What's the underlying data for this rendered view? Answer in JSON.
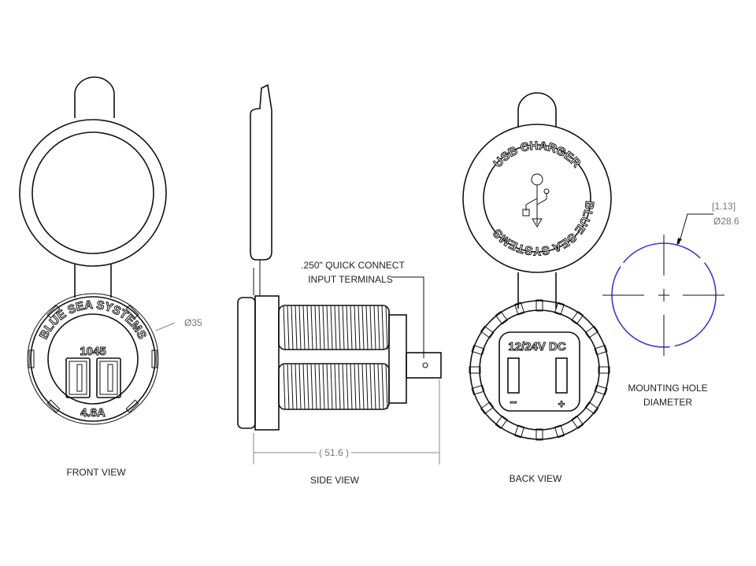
{
  "front_view": {
    "label": "FRONT VIEW",
    "brand_arc": "BLUE SEA SYSTEMS",
    "model": "1045",
    "rating": "4.8A",
    "diameter": "Ø35"
  },
  "side_view": {
    "label": "SIDE VIEW",
    "callout_line1": ".250\" QUICK CONNECT",
    "callout_line2": "INPUT TERMINALS",
    "length_dim": "( 51.6 )"
  },
  "back_view": {
    "label": "BACK VIEW",
    "cap_arc_top": "USB CHARGER",
    "cap_arc_side": "BLUE SEA SYSTEMS",
    "voltage": "12/24V DC",
    "minus": "−",
    "plus": "+"
  },
  "mounting_hole": {
    "label_line1": "MOUNTING HOLE",
    "label_line2": "DIAMETER",
    "dim_inches": "[1.13]",
    "dim_mm": "Ø28.6",
    "circle_color": "#3b3bd0"
  }
}
